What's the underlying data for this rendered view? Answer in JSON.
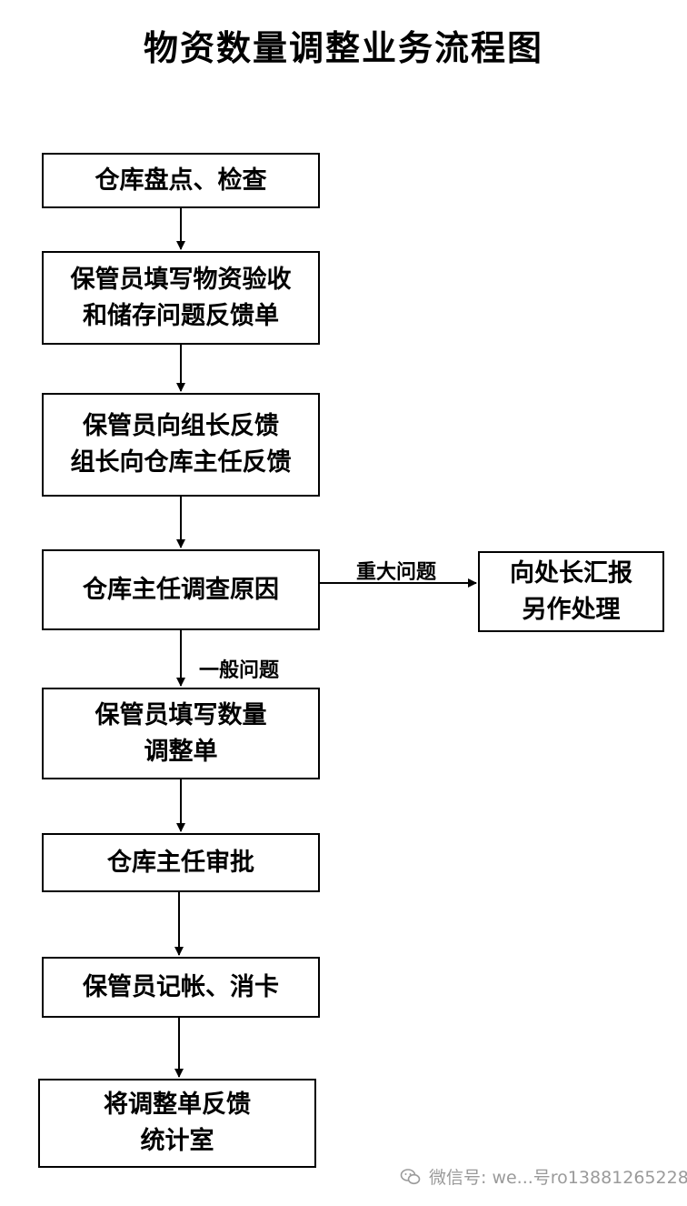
{
  "title": "物资数量调整业务流程图",
  "steps": [
    {
      "id": "s1",
      "lines": [
        "仓库盘点、检查"
      ]
    },
    {
      "id": "s2",
      "lines": [
        "保管员填写物资验收",
        "和储存问题反馈单"
      ]
    },
    {
      "id": "s3",
      "lines": [
        "保管员向组长反馈",
        "组长向仓库主任反馈"
      ]
    },
    {
      "id": "s4",
      "lines": [
        "仓库主任调查原因"
      ]
    },
    {
      "id": "s5",
      "lines": [
        "保管员填写数量",
        "调整单"
      ]
    },
    {
      "id": "s6",
      "lines": [
        "仓库主任审批"
      ]
    },
    {
      "id": "s7",
      "lines": [
        "保管员记帐、消卡"
      ]
    },
    {
      "id": "s8",
      "lines": [
        "将调整单反馈",
        "统计室"
      ]
    }
  ],
  "side_step": {
    "id": "side",
    "lines": [
      "向处长汇报",
      "另作处理"
    ]
  },
  "edge_labels": {
    "major": "重大问题",
    "general": "一般问题"
  },
  "watermark": {
    "icon": "wechat-icon",
    "text": "微信号: we...号ro13881265228"
  }
}
